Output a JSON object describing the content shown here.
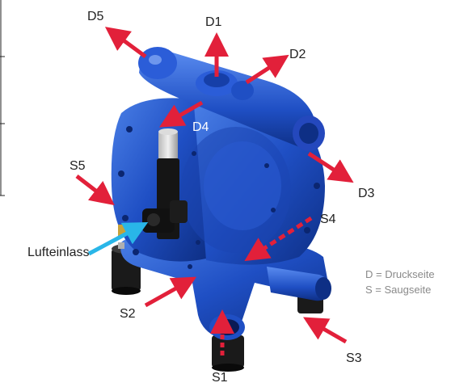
{
  "colors": {
    "discharge_arrow": "#e2203a",
    "air_arrow": "#29b6e8",
    "pump_body": "#1f4fc4",
    "pump_dark": "#0e2f85",
    "pump_light": "#3f73e0",
    "label": "#222222",
    "legend": "#8a8a8a"
  },
  "labels": {
    "d1": "D1",
    "d2": "D2",
    "d3": "D3",
    "d4": "D4",
    "d5": "D5",
    "s1": "S1",
    "s2": "S2",
    "s3": "S3",
    "s4": "S4",
    "s5": "S5",
    "air_inlet": "Lufteinlass"
  },
  "legend": {
    "d": "D = Druckseite",
    "s": "S = Saugseite"
  }
}
